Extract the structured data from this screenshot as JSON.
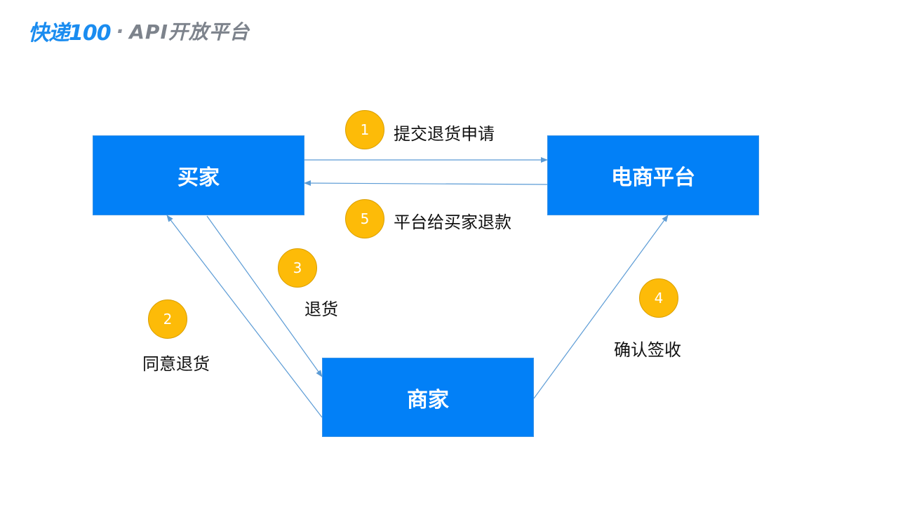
{
  "logo": {
    "brand": "快递100",
    "separator": "·",
    "subtitle": "API开放平台"
  },
  "nodes": {
    "buyer": "买家",
    "platform": "电商平台",
    "merchant": "商家"
  },
  "steps": [
    {
      "number": "1",
      "label": "提交退货申请"
    },
    {
      "number": "2",
      "label": "同意退货"
    },
    {
      "number": "3",
      "label": "退货"
    },
    {
      "number": "4",
      "label": "确认签收"
    },
    {
      "number": "5",
      "label": "平台给买家退款"
    }
  ],
  "colors": {
    "node_fill": "#0280f7",
    "badge_fill": "#fdbb08",
    "arrow": "#5b9bd5"
  }
}
